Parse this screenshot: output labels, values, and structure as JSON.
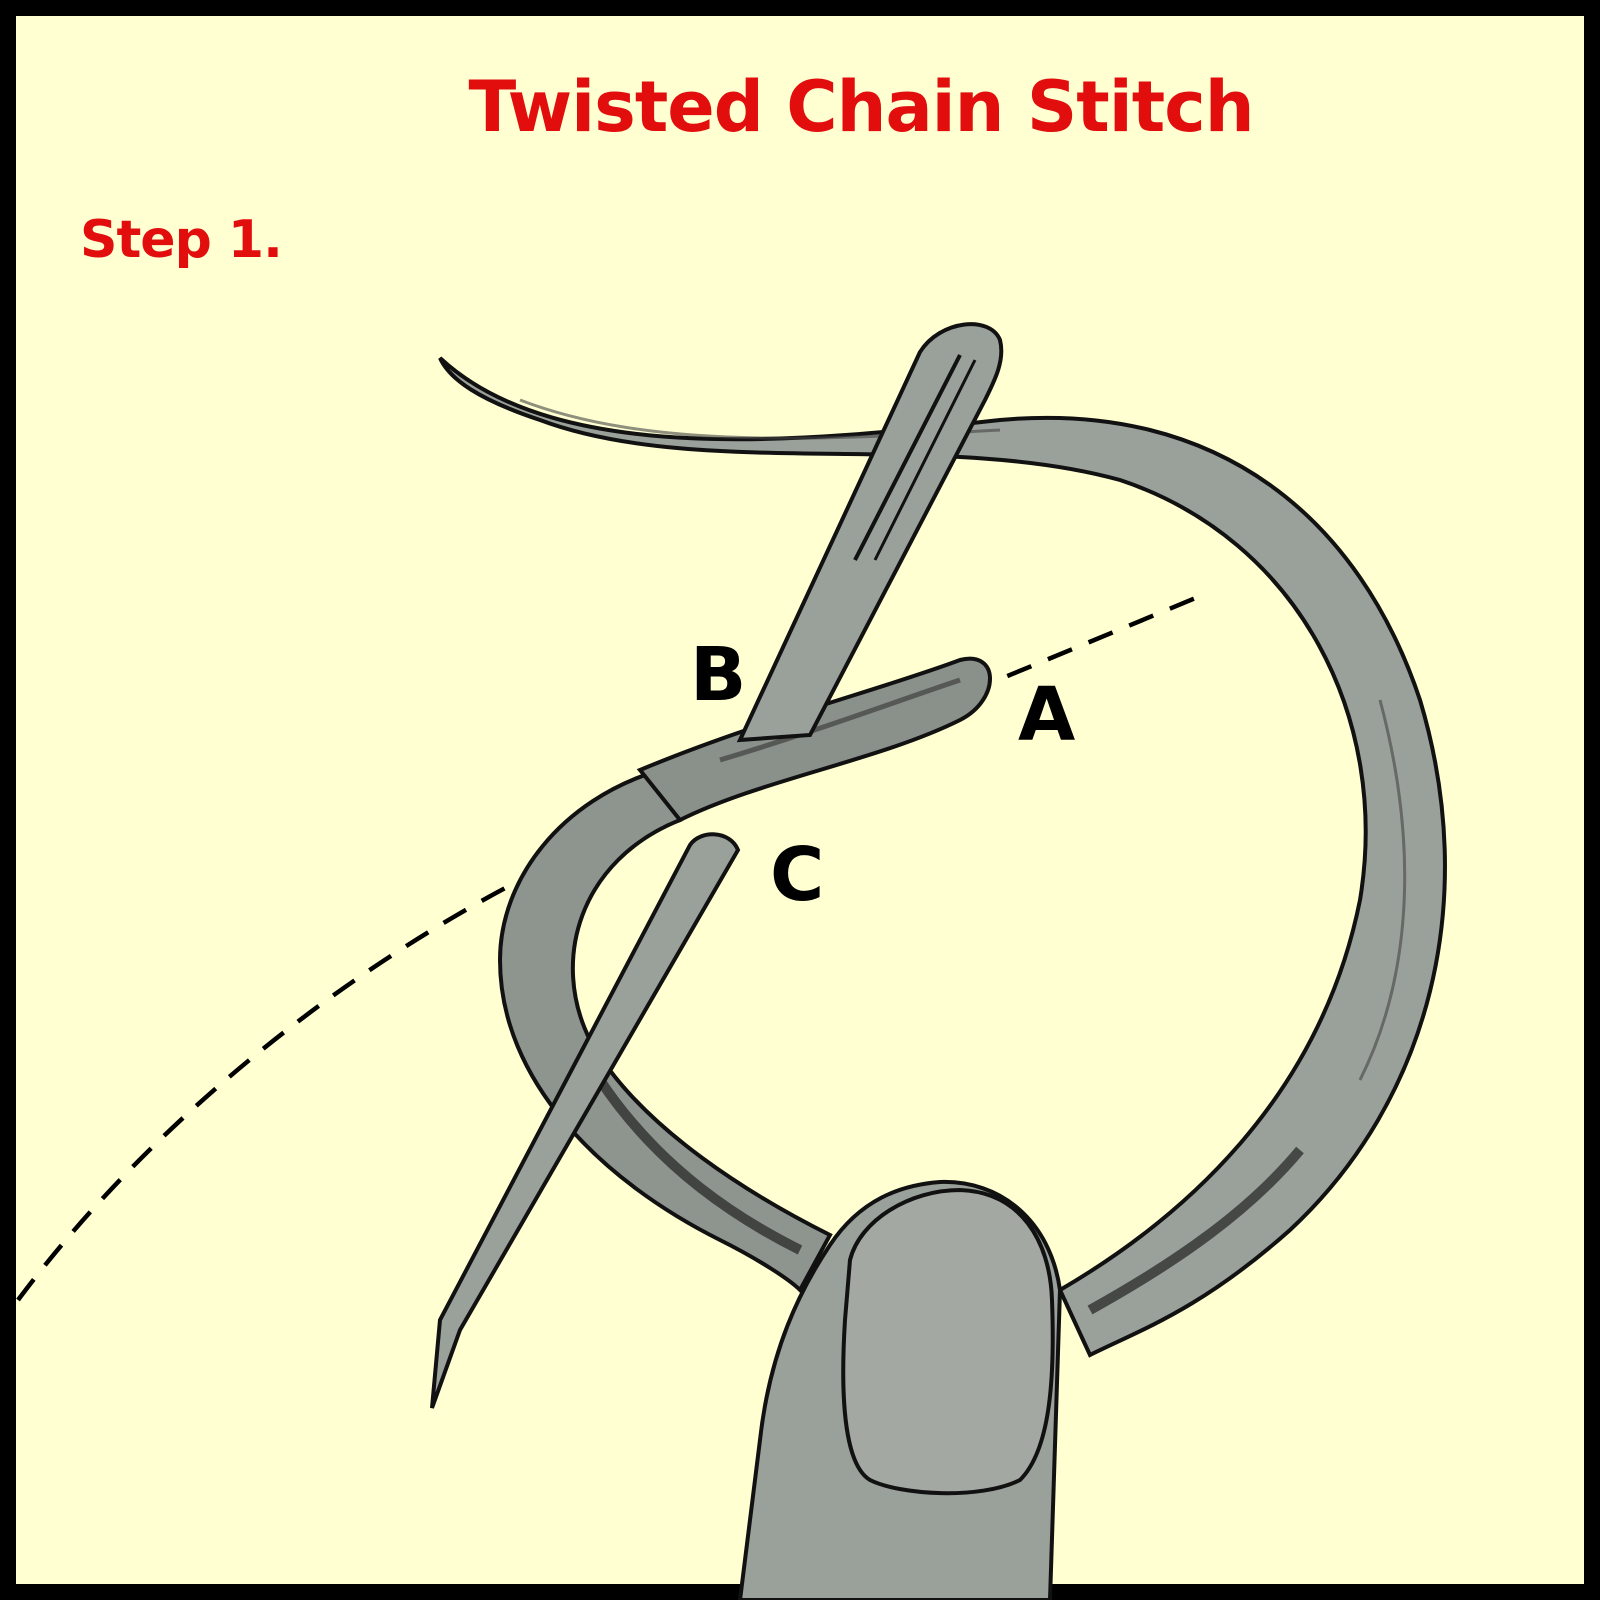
{
  "title": "Twisted Chain Stitch",
  "step": "Step 1.",
  "labels": {
    "a": "A",
    "b": "B",
    "c": "C"
  },
  "colors": {
    "background": "#ffffd2",
    "heading": "#e20d0d",
    "thread": "#9aa09a",
    "outline": "#111111",
    "dashed_line": "#000000"
  },
  "icons": [
    "needle-icon",
    "thread-loop",
    "finger-icon"
  ]
}
